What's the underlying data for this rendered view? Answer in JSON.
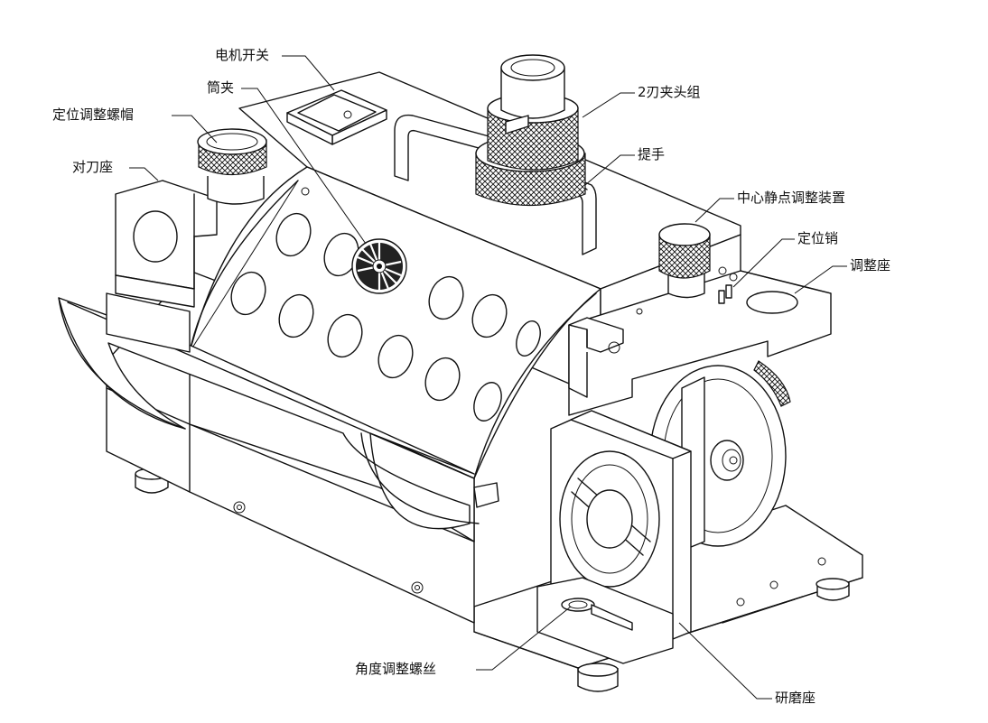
{
  "labels": {
    "motor_switch": "电机开关",
    "collet": "筒夹",
    "locating_cap": "定位调整螺帽",
    "tool_setting_seat": "对刀座",
    "chuck_group": "2刃夹头组",
    "handle": "提手",
    "center_device": "中心静点调整装置",
    "locating_pin": "定位销",
    "adjust_seat": "调整座",
    "angle_screw": "角度调整螺丝",
    "grinding_seat": "研磨座"
  }
}
